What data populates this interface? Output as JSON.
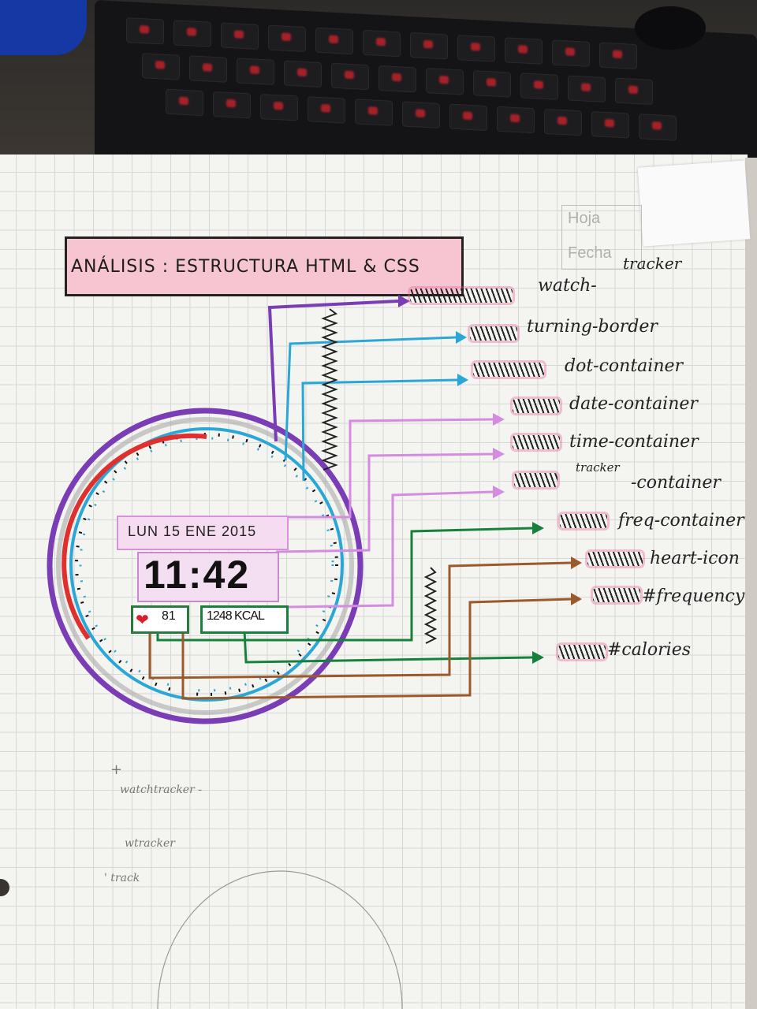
{
  "sheet": {
    "print_hoja": "Hoja",
    "print_fecha": "Fecha",
    "title": "ANÁLISIS : ESTRUCTURA HTML & CSS"
  },
  "labels": [
    {
      "text": "watch-",
      "color": "#7a3db5"
    },
    {
      "text": "tracker",
      "color": "#222"
    },
    {
      "text": "turning-border",
      "color": "#2aa7d6"
    },
    {
      "text": "dot-container",
      "color": "#2aa7d6"
    },
    {
      "text": "date-container",
      "color": "#d58be0"
    },
    {
      "text": "time-container",
      "color": "#d58be0"
    },
    {
      "text": "-container",
      "color": "#d58be0"
    },
    {
      "text": "freq-container",
      "color": "#16813a"
    },
    {
      "text": "heart-icon",
      "color": "#9b5a2c"
    },
    {
      "text": "#frequency",
      "color": "#9b5a2c"
    },
    {
      "text": "#calories",
      "color": "#16813a"
    }
  ],
  "watch": {
    "date": "LUN 15 ENE 2015",
    "time": "11:42",
    "frequency": "81",
    "calories": "1248 KCAL",
    "heart_icon": "heart-icon"
  },
  "notes": {
    "plus": "+",
    "note1": "watchtracker -",
    "note2": "wtracker",
    "note3": "' track"
  },
  "colors": {
    "purple": "#7a3db5",
    "blue": "#2aa7d6",
    "pink": "#d58be0",
    "green": "#16813a",
    "brown": "#9b5a2c",
    "red": "#d62030"
  }
}
